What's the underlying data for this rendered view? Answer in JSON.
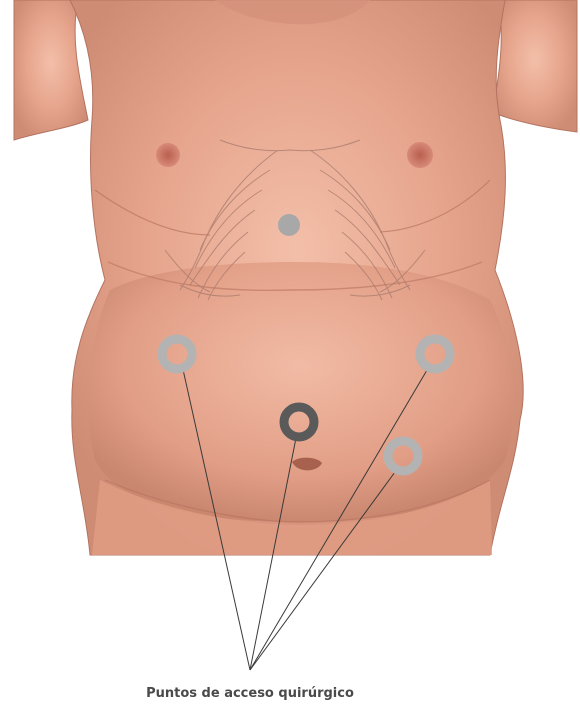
{
  "figure": {
    "caption": "Puntos de acceso quirúrgico"
  },
  "colors": {
    "skin_base": "#e9a58e",
    "skin_shadow": "#c27d67",
    "skin_highlight": "#f2bba6",
    "nipple": "#c76e5e",
    "rib_lines": "#a77a6c",
    "port_light": "#b3b3b3",
    "port_dark": "#5a5a5a",
    "port_small": "#a8a8a8",
    "leader_line": "#3a3a3a",
    "caption_text": "#4a4a4a"
  },
  "access_points": [
    {
      "id": "xiphoid",
      "size": "small"
    },
    {
      "id": "right-upper-quadrant",
      "size": "large"
    },
    {
      "id": "left-upper-quadrant",
      "size": "large"
    },
    {
      "id": "periumbilical",
      "size": "large-dark"
    },
    {
      "id": "left-lower-quadrant",
      "size": "large"
    }
  ]
}
